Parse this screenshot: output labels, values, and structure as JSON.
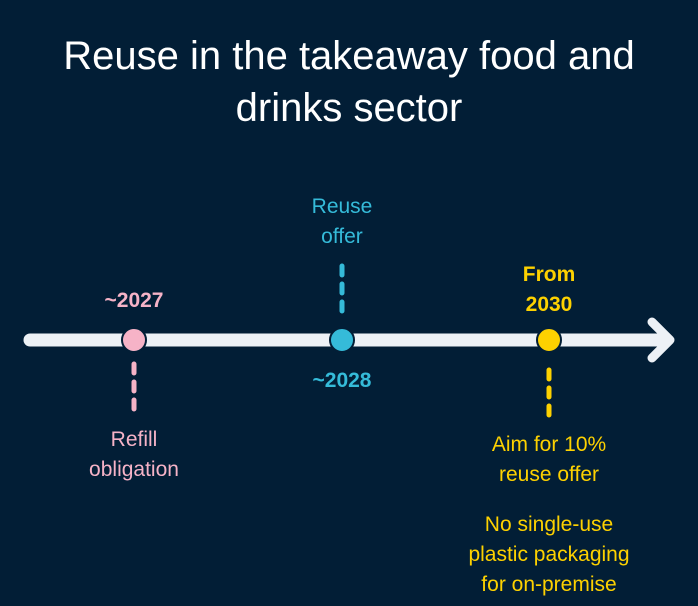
{
  "title": "Reuse in the takeaway food and drinks sector",
  "colors": {
    "bg": "#021e36",
    "line": "#edf1f6",
    "pink": "#f6b3c7",
    "blue": "#35bbd9",
    "yellow": "#fdd100"
  },
  "milestones": [
    {
      "year": "~2027",
      "label1": "Refill",
      "label2": "obligation"
    },
    {
      "year": "~2028",
      "label1": "Reuse",
      "label2": "offer"
    },
    {
      "year1": "From",
      "year2": "2030",
      "label1": "Aim for 10%",
      "label2": "reuse offer",
      "note1": "No single-use",
      "note2": "plastic packaging",
      "note3": "for on-premise"
    }
  ]
}
